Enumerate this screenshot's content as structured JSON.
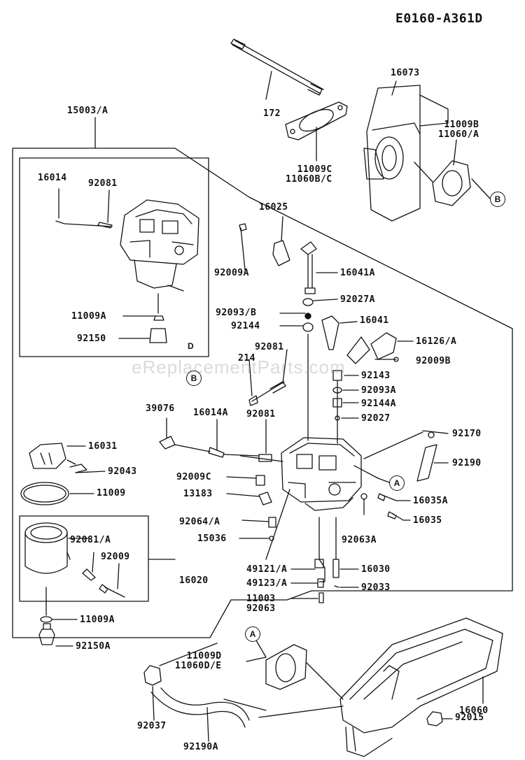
{
  "document_code": "E0160-A361D",
  "watermark": "eReplacementParts.com",
  "inset_label": "D",
  "part_labels": {
    "p172": "172",
    "p16073": "16073",
    "p15003A": "15003/A",
    "p11009B_11060A": "11009B\n11060/A",
    "p11009C_11060BC": "11009C\n11060B/C",
    "p16014": "16014",
    "p92081_inset": "92081",
    "p16025": "16025",
    "p92009A": "92009A",
    "p16041A": "16041A",
    "p11009A_inset": "11009A",
    "p92027A": "92027A",
    "p92093B": "92093/B",
    "p92144": "92144",
    "p16041": "16041",
    "p92150": "92150",
    "p16126A": "16126/A",
    "p92081_mid": "92081",
    "p214": "214",
    "p92009B": "92009B",
    "p92143": "92143",
    "p92093A": "92093A",
    "p92144A": "92144A",
    "p39076": "39076",
    "p16014A": "16014A",
    "p92081_low": "92081",
    "p92027": "92027",
    "p92170": "92170",
    "p16031": "16031",
    "p92043": "92043",
    "p92190": "92190",
    "p92009C": "92009C",
    "p11009": "11009",
    "p13183": "13183",
    "p16035A": "16035A",
    "p92064A": "92064/A",
    "p16035": "16035",
    "p92081A": "92081/A",
    "p15036": "15036",
    "p92063A": "92063A",
    "p92009": "92009",
    "p16020": "16020",
    "p49121A": "49121/A",
    "p16030": "16030",
    "p49123A": "49123/A",
    "p92033": "92033",
    "p11003": "11003",
    "p92063": "92063",
    "p11009A_low": "11009A",
    "p92150A": "92150A",
    "p11009D_11060DE": "11009D\n11060D/E",
    "p16060": "16060",
    "p92037": "92037",
    "p92015": "92015",
    "p92190A": "92190A"
  },
  "reference_markers": {
    "ref_b_top": "B",
    "ref_b_mid": "B",
    "ref_a_right": "A",
    "ref_a_bottom": "A"
  }
}
